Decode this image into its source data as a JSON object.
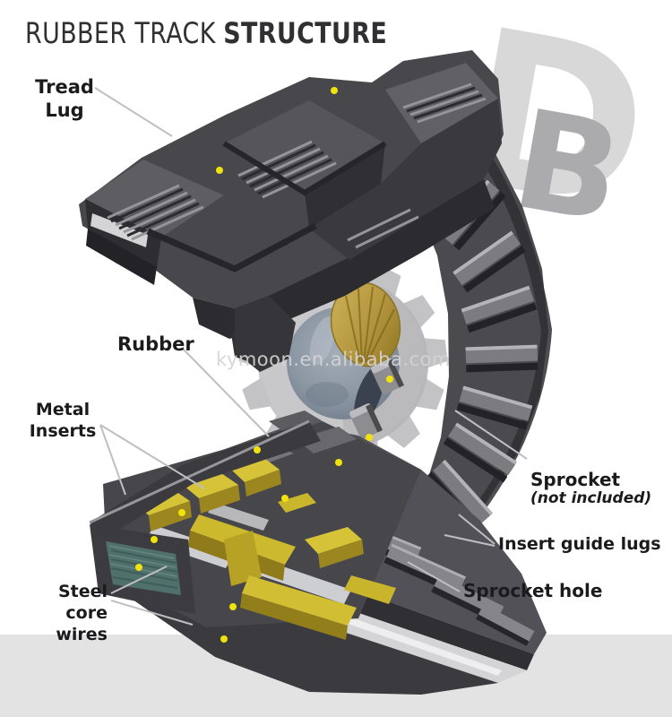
{
  "title": {
    "part1": "RUBBER TRACK",
    "part2": "STRUCTURE"
  },
  "watermarks": {
    "site_text": "kymoon.en.alibaba.com",
    "logo_letter_outer": "D",
    "logo_letter_inner": "B"
  },
  "labels": {
    "tread_lug": "Tread\nLug",
    "rubber": "Rubber",
    "metal_inserts": "Metal\nInserts",
    "steel_core_wires": "Steel core\nwires",
    "sprocket": "Sprocket",
    "sprocket_note": "(not included)",
    "insert_guide_lugs": "Insert guide lugs",
    "sprocket_hole": "Sprocket hole"
  },
  "colors": {
    "rubber_dark": "#47474c",
    "sprocket_gray": "#c8c8cb",
    "insert_gold": "#d7c338",
    "steel_core_teal": "#50706b",
    "marker_yellow": "#f0e20c",
    "background_strip": "#e3e3e3",
    "label_text": "#1b1b1d",
    "watermark_gray": "#d4d4d4",
    "title_text": "#303033",
    "leader_line": "#bfbfc2"
  }
}
